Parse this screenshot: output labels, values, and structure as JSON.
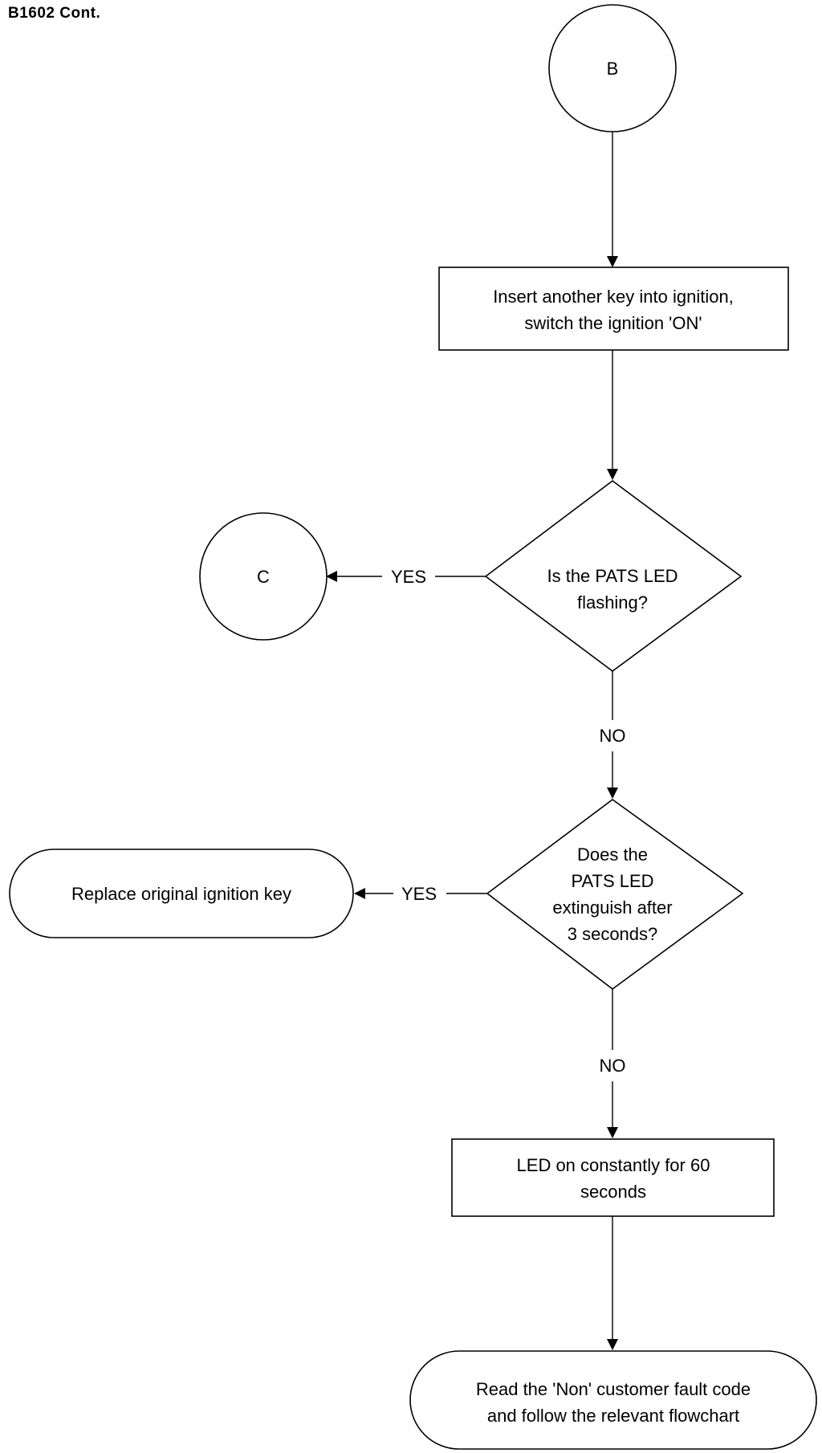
{
  "page": {
    "title": "B1602 Cont."
  },
  "connectors": {
    "b": "B",
    "c": "C"
  },
  "steps": {
    "insert_key": [
      "Insert another key into ignition,",
      "switch the ignition 'ON'"
    ],
    "pats_flashing": [
      "Is the PATS LED",
      "flashing?"
    ],
    "led_extinguish": [
      "Does the",
      "PATS LED",
      "extinguish after",
      "3 seconds?"
    ],
    "replace_key": [
      "Replace original ignition key"
    ],
    "led_constant": [
      "LED on constantly for 60",
      "seconds"
    ],
    "read_fault": [
      "Read the 'Non' customer fault code",
      "and follow the relevant flowchart"
    ]
  },
  "edge_labels": {
    "flashing_yes": "YES",
    "flashing_no": "NO",
    "extinguish_yes": "YES",
    "extinguish_no": "NO"
  }
}
